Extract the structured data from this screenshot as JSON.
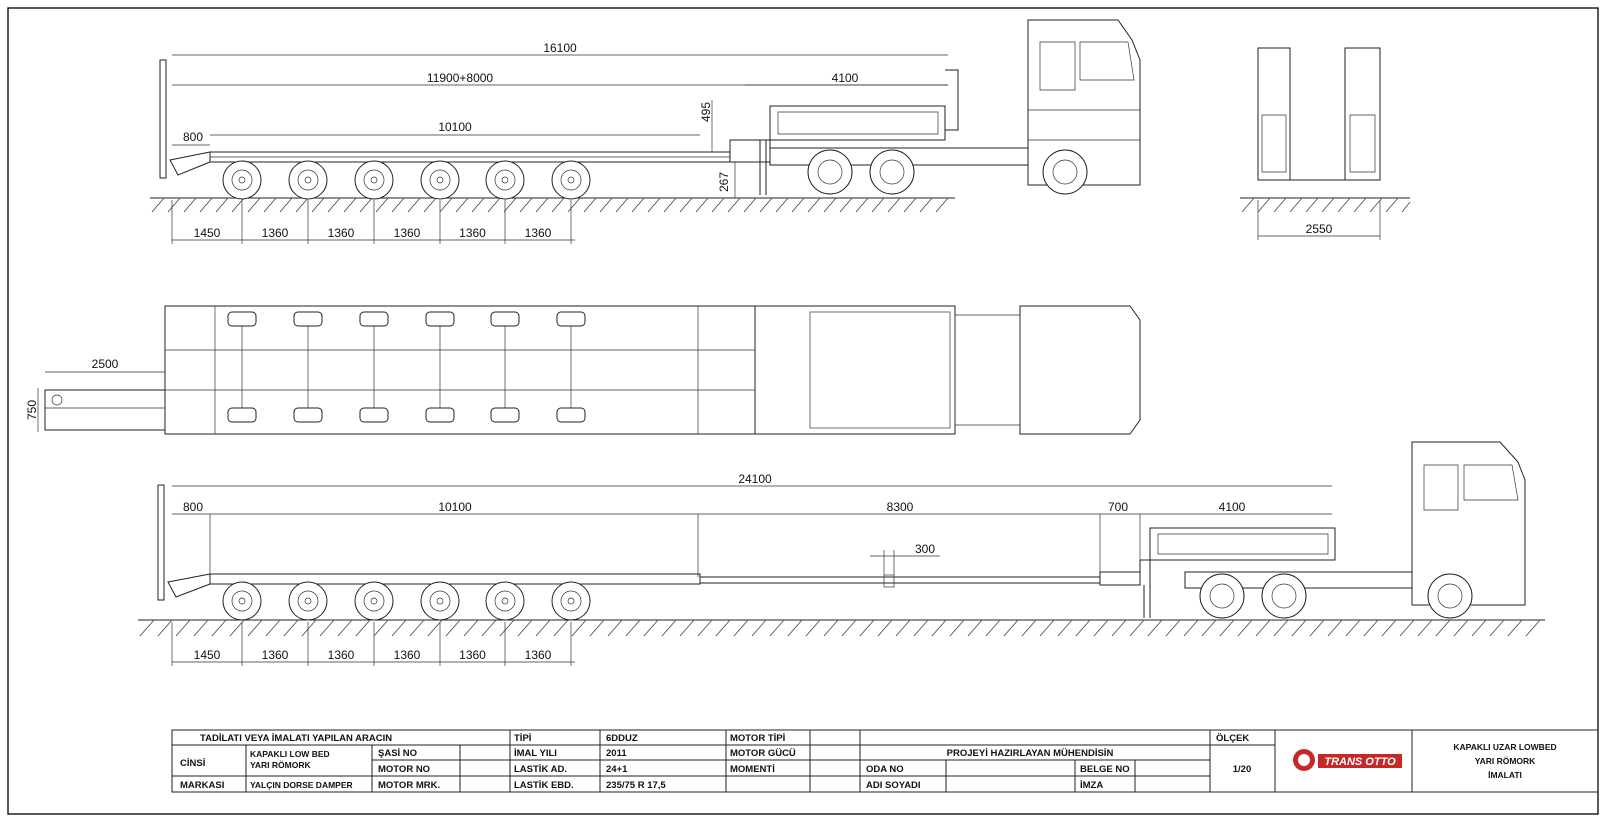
{
  "dimensions": {
    "side_top": {
      "overall": "16100",
      "deck": "11900+8000",
      "gooseneck": "4100",
      "bed": "10100",
      "rear_ramp": "800",
      "deck_height": "495",
      "step_height": "267",
      "axle_spacing": [
        "1450",
        "1360",
        "1360",
        "1360",
        "1360",
        "1360"
      ]
    },
    "rear_view": {
      "width": "2550"
    },
    "plan_view": {
      "extension": "2500",
      "ramp_width": "750"
    },
    "side_bottom": {
      "overall": "24100",
      "rear_ramp": "800",
      "bed": "10100",
      "extension": "8300",
      "step": "700",
      "gooseneck": "4100",
      "detail": "300",
      "axle_spacing": [
        "1450",
        "1360",
        "1360",
        "1360",
        "1360",
        "1360"
      ]
    }
  },
  "title_block": {
    "header": "TADİLATI VEYA İMALATI YAPILAN ARACIN",
    "cinsi_label": "CİNSİ",
    "cinsi_value_1": "KAPAKLI LOW BED",
    "cinsi_value_2": "YARI RÖMORK",
    "markasi_label": "MARKASI",
    "markasi_value": "YALÇIN DORSE DAMPER",
    "sasi_no_label": "ŞASİ NO",
    "motor_no_label": "MOTOR NO",
    "motor_mrk_label": "MOTOR MRK.",
    "tipi_label": "TİPİ",
    "tipi_value": "6DDUZ",
    "imal_yili_label": "İMAL YILI",
    "imal_yili_value": "2011",
    "lastik_ad_label": "LASTİK AD.",
    "lastik_ad_value": "24+1",
    "lastik_ebd_label": "LASTİK EBD.",
    "lastik_ebd_value": "235/75 R 17,5",
    "motor_tipi_label": "MOTOR TİPİ",
    "motor_gucu_label": "MOTOR GÜCÜ",
    "momenti_label": "MOMENTİ",
    "engineer_header": "PROJEYİ HAZIRLAYAN MÜHENDİSİN",
    "oda_no_label": "ODA NO",
    "adi_soyadi_label": "ADI SOYADI",
    "belge_no_label": "BELGE NO",
    "imza_label": "İMZA",
    "olcek_label": "ÖLÇEK",
    "olcek_value": "1/20",
    "logo_text": "TRANS OTTO",
    "product_line_1": "KAPAKLI UZAR LOWBED",
    "product_line_2": "YARI RÖMORK",
    "product_line_3": "İMALATI"
  }
}
